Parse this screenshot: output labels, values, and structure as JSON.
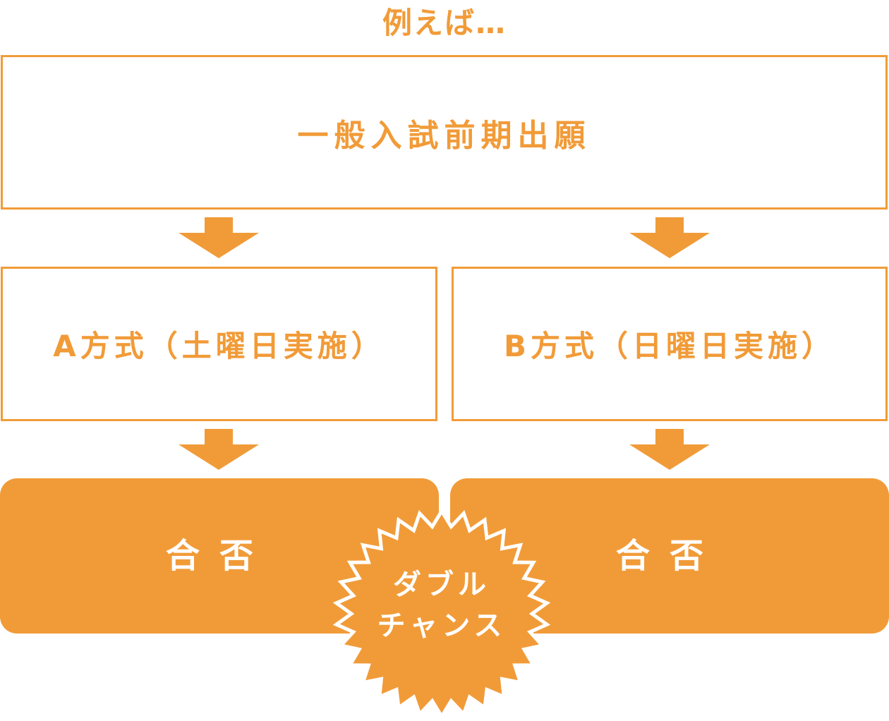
{
  "heading": "例えば…",
  "flow": {
    "top_box": "一般入試前期出願",
    "option_a": "A方式（土曜日実施）",
    "option_b": "B方式（日曜日実施）",
    "result_a": "合否",
    "result_b": "合否"
  },
  "badge": {
    "line1": "ダブル",
    "line2": "チャンス"
  },
  "colors": {
    "accent": "#f19b38",
    "background": "#ffffff",
    "text_on_accent": "#ffffff"
  }
}
